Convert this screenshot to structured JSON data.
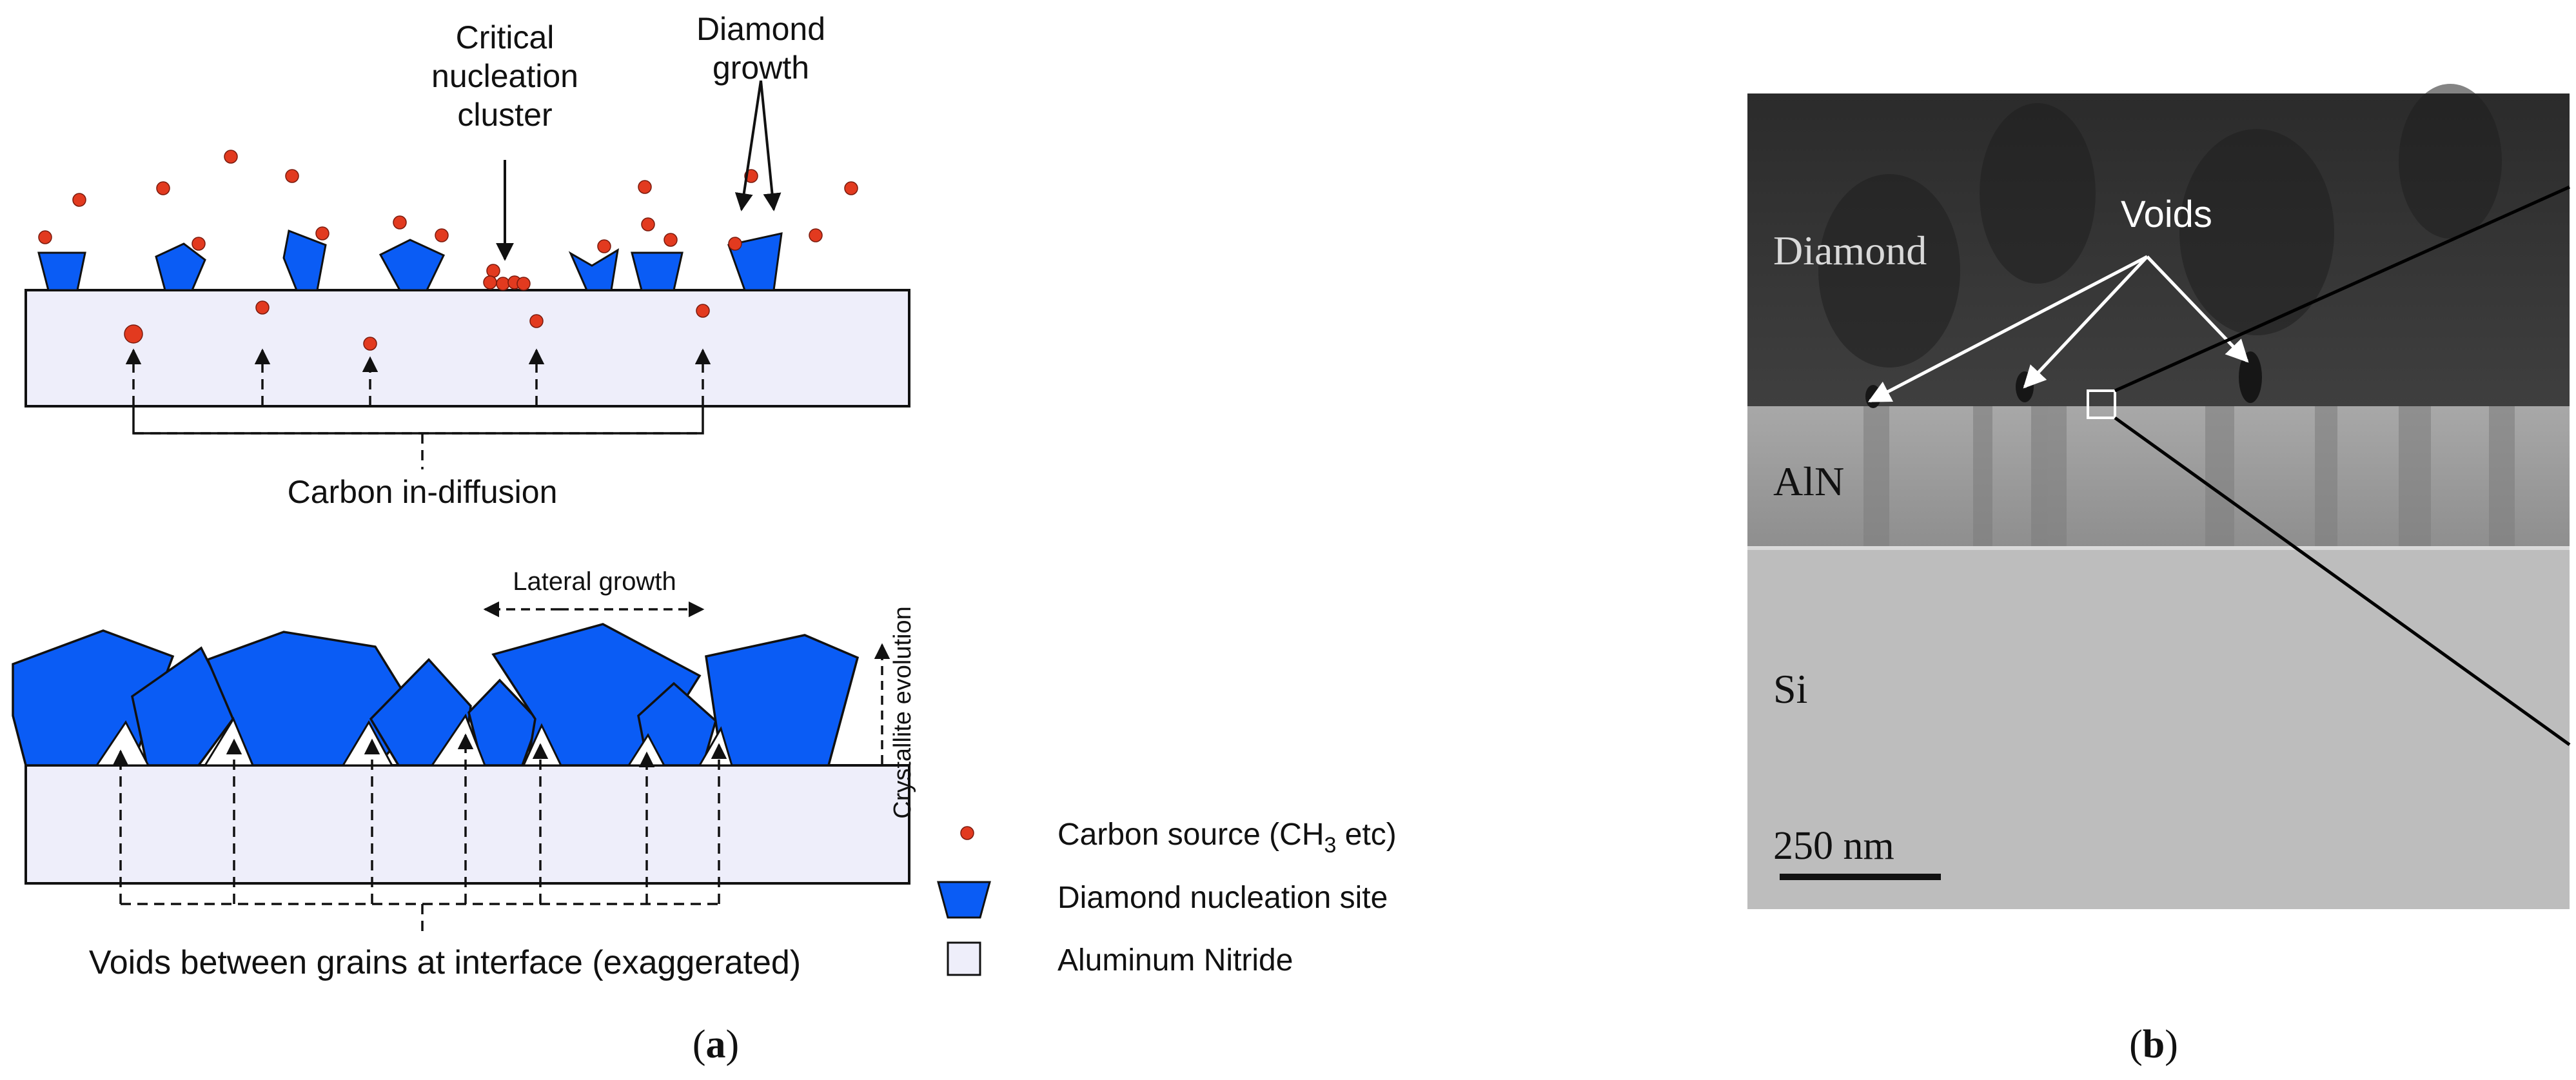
{
  "panel_a": {
    "label_critical": [
      "Critical",
      "nucleation",
      "cluster"
    ],
    "label_diamond_growth": [
      "Diamond",
      "growth"
    ],
    "label_carbon_in_diffusion": "Carbon in-diffusion",
    "label_lateral_growth": "Lateral growth",
    "label_crystallite_evolution": "Crystallite evolution",
    "label_voids": "Voids between grains at interface (exaggerated)",
    "caption": "(a)"
  },
  "legend": {
    "carbon_source": {
      "prefix": "Carbon source (CH",
      "subscript": "3",
      "suffix": " etc)"
    },
    "nucleation_site": "Diamond nucleation site",
    "aluminum_nitride": "Aluminum Nitride"
  },
  "panel_b": {
    "label_voids": "Voids",
    "label_diamond": "Diamond",
    "label_aln": "AlN",
    "label_si": "Si",
    "scale_bar": "250 nm",
    "caption": "(b)"
  },
  "colors": {
    "diamond_blue": "#0a5cf5",
    "carbon_red": "#e23a1f",
    "aln_fill": "#eeeefa",
    "diamond_layer": "#3a3a3a",
    "aln_layer": "#9c9c9c",
    "si_layer": "#bdbdbd"
  }
}
